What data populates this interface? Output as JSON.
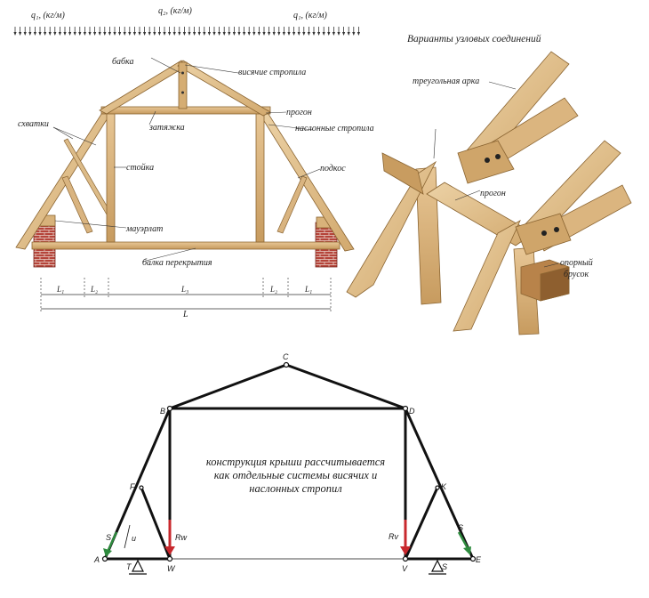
{
  "loads": {
    "q1_left": "q₁, (кг/м)",
    "q2_mid": "q₂, (кг/м)",
    "q1_right": "q₁, (кг/м)"
  },
  "truss_labels": {
    "babka": "бабка",
    "visyachie": "висячие стропила",
    "skhvatki": "схватки",
    "progon": "прогон",
    "zatyazhka": "затяжка",
    "naslonnye": "наслонные стропила",
    "stoyka": "стойка",
    "podkos": "подкос",
    "mauerlat": "мауэрлат",
    "balka": "балка перекрытия"
  },
  "dimensions": {
    "L1a": "L₁",
    "L2a": "L₂",
    "L3": "L₃",
    "L2b": "L₂",
    "L1b": "L₁",
    "L": "L"
  },
  "joints": {
    "title": "Варианты узловых соединений",
    "arka": "треугольная арка",
    "progon": "прогон",
    "brusok_1": "опорный",
    "brusok_2": "брусок"
  },
  "scheme": {
    "nodes": {
      "A": "A",
      "B": "B",
      "C": "C",
      "D": "D",
      "E": "E",
      "F": "F",
      "K": "K",
      "T": "T",
      "S": "S",
      "W": "W",
      "V": "V"
    },
    "forces": {
      "Rw": "Rw",
      "Rv": "Rv",
      "s_left": "S",
      "u_left": "u",
      "s_right": "S"
    },
    "note_1": "конструкция крыши рассчитывается",
    "note_2": "как отдельные системы висячих и",
    "note_3": "наслонных стропил"
  },
  "colors": {
    "wood": "#e2c08f",
    "wood_dark": "#b88a4f",
    "wood_outline": "#8a6431",
    "brick": "#b5443a",
    "force_red": "#c8282d",
    "force_green": "#2e8b3e",
    "frame": "#111111"
  }
}
